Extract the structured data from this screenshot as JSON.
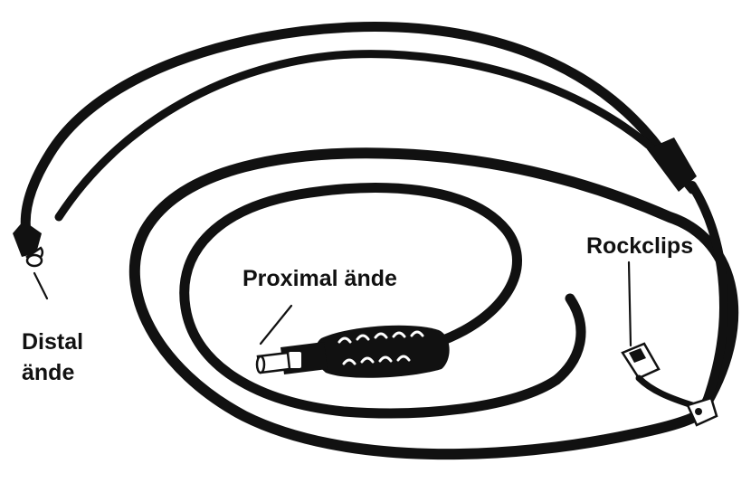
{
  "diagram": {
    "labels": {
      "proximal": "Proximal ände",
      "distal_line1": "Distal",
      "distal_line2": "ände",
      "clip": "Rockclips"
    },
    "colors": {
      "cable": "#111111",
      "background": "#ffffff",
      "text": "#111111"
    },
    "icons": [
      "connector-icon",
      "clip-icon"
    ]
  }
}
